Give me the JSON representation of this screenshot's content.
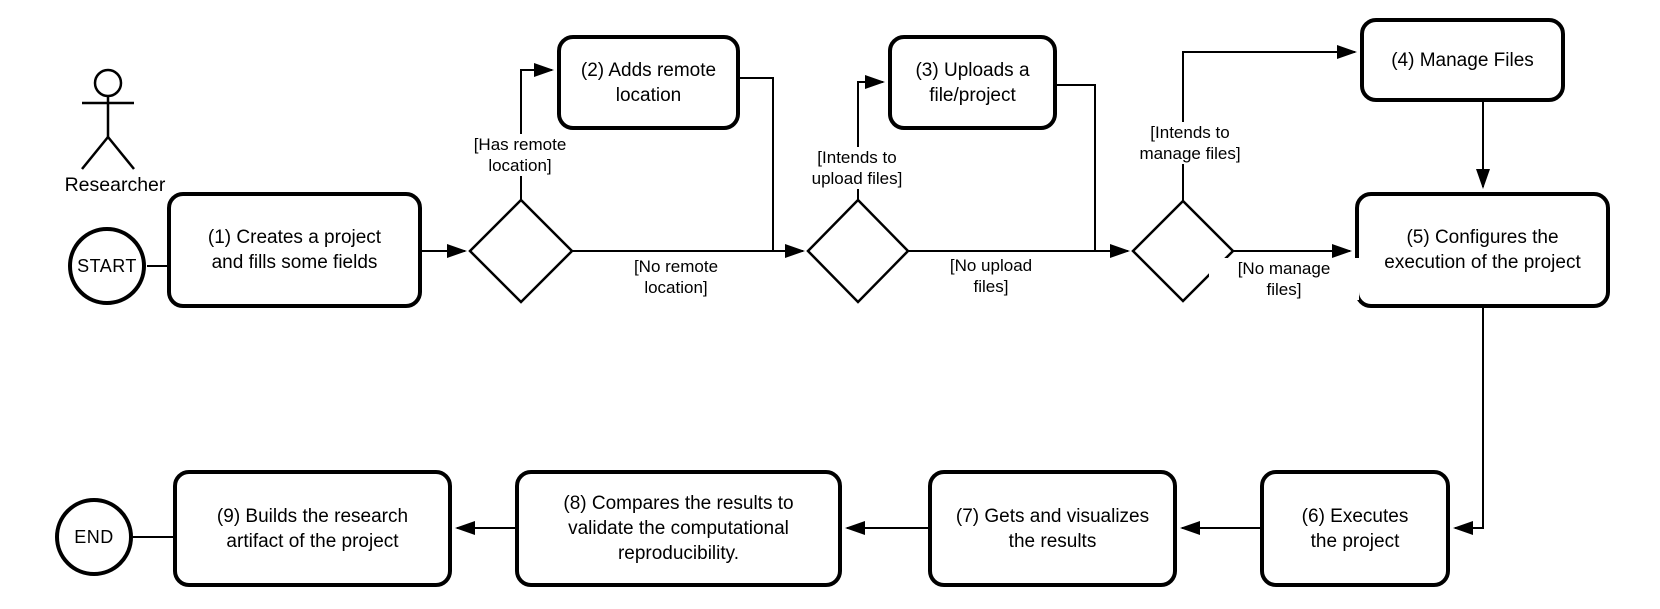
{
  "diagram": {
    "title_hint": "Researcher project workflow activity diagram",
    "actor": {
      "label": "Researcher"
    },
    "start": {
      "label": "START"
    },
    "end": {
      "label": "END"
    },
    "nodes": [
      {
        "id": "1",
        "label": "(1) Creates a project\nand fills some fields"
      },
      {
        "id": "2",
        "label": "(2) Adds remote\nlocation"
      },
      {
        "id": "3",
        "label": "(3) Uploads a\nfile/project"
      },
      {
        "id": "4",
        "label": "(4) Manage Files"
      },
      {
        "id": "5",
        "label": "(5) Configures the\nexecution of the project"
      },
      {
        "id": "6",
        "label": "(6) Executes\nthe project"
      },
      {
        "id": "7",
        "label": "(7) Gets and visualizes\nthe results"
      },
      {
        "id": "8",
        "label": "(8) Compares the results to\nvalidate the computational\nreproducibility."
      },
      {
        "id": "9",
        "label": "(9) Builds the research\nartifact of the project"
      }
    ],
    "guards": [
      {
        "id": "has-remote-location",
        "label": "[Has remote\nlocation]"
      },
      {
        "id": "no-remote-location",
        "label": "[No remote\nlocation]"
      },
      {
        "id": "intends-to-upload-files",
        "label": "[Intends to\nupload files]"
      },
      {
        "id": "no-upload-files",
        "label": "[No upload\nfiles]"
      },
      {
        "id": "intends-to-manage-files",
        "label": "[Intends to\nmanage files]"
      },
      {
        "id": "no-manage-files",
        "label": "[No manage\nfiles]"
      }
    ],
    "colors": {
      "stroke": "#000000",
      "background": "#ffffff"
    }
  }
}
